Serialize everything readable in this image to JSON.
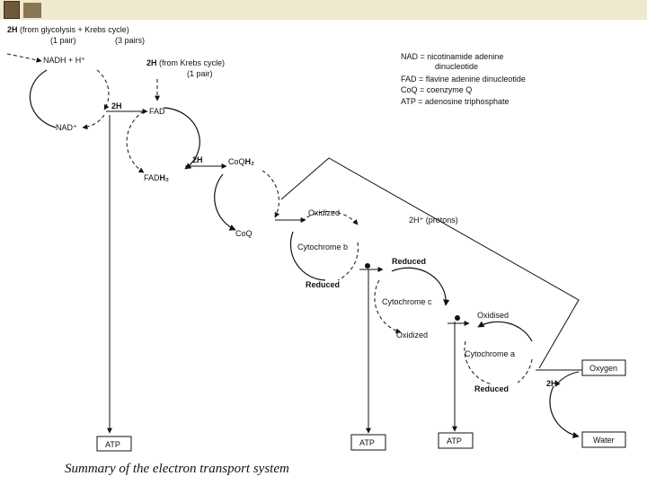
{
  "caption": "Summary of the electron transport system",
  "header": {
    "line1_bold": "2H",
    "line1_rest": "(from glycolysis + Krebs cycle)",
    "pair1": "(1 pair)",
    "pair2": "(3 pairs)"
  },
  "krebs_label": {
    "bold": "2H",
    "rest": "(from Krebs cycle)",
    "pair": "(1 pair)"
  },
  "legend": {
    "l1": "NAD = nicotinamide adenine",
    "l2": "dinucleotide",
    "l3": "FAD = flavine adenine dinucleotide",
    "l4": "CoQ = coenzyme Q",
    "l5": "ATP = adenosine triphosphate"
  },
  "cycle1": {
    "top": "NADH + H⁺",
    "bottom": "NAD⁺"
  },
  "cycle2": {
    "top": "FAD",
    "bottom_pre": "FAD",
    "bottom_sub": "H₂"
  },
  "cycle3": {
    "top_pre": "CoQ",
    "top_sub": "H₂",
    "bottom": "CoQ"
  },
  "cycle4": {
    "top": "Oxidized",
    "center": "Cytochrome  b",
    "bottom": "Reduced"
  },
  "cycle5": {
    "top": "Reduced",
    "center": "Cytochrome  c",
    "bottom": "Oxidized"
  },
  "cycle6": {
    "top": "Oxidised",
    "center": "Cytochrome  a",
    "bottom": "Reduced"
  },
  "transfers": {
    "t1": "2H",
    "t2": "2H",
    "t3": "2H"
  },
  "protons": "2H⁺ (protons)",
  "boxes": {
    "atp1": "ATP",
    "atp2": "ATP",
    "atp3": "ATP",
    "oxygen": "Oxygen",
    "water": "Water"
  }
}
